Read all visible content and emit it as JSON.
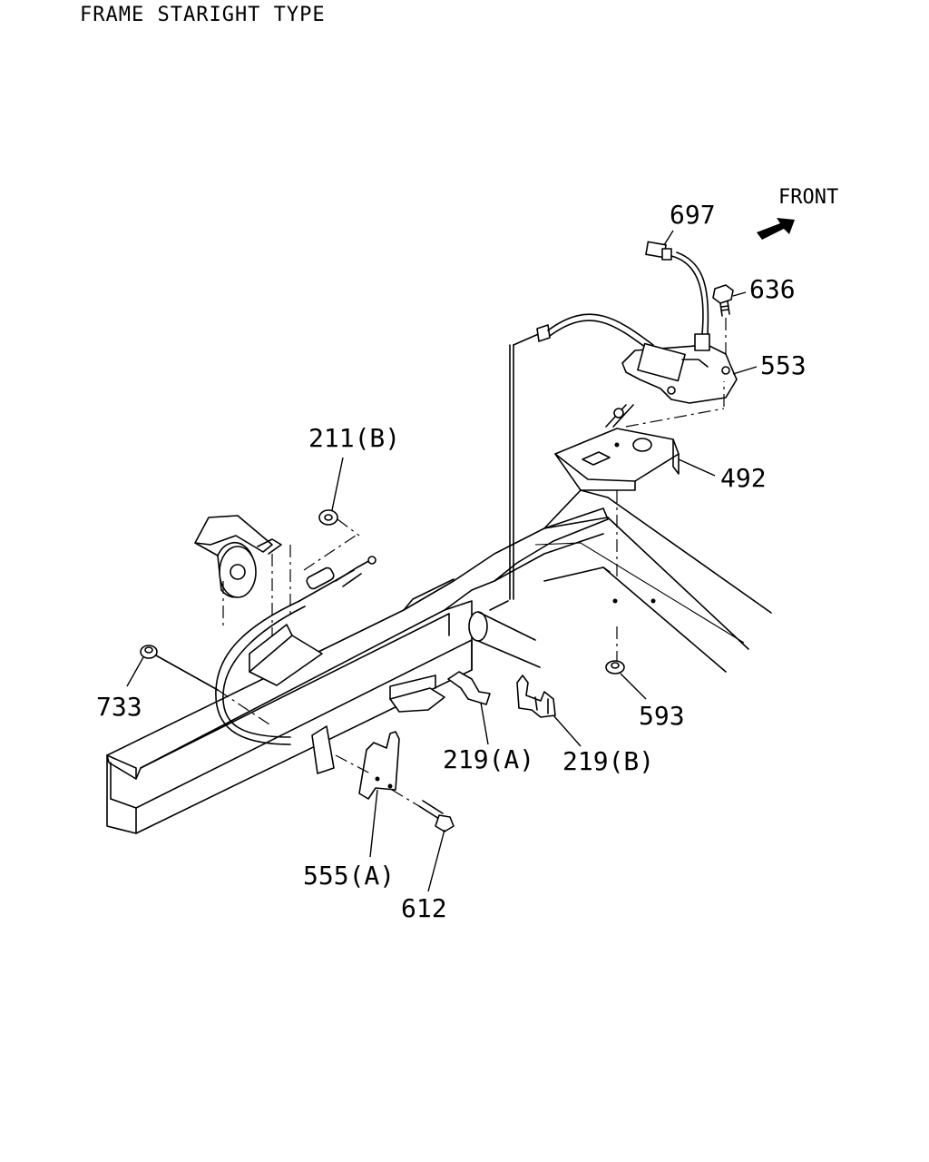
{
  "header": {
    "title": "FRAME STARIGHT TYPE"
  },
  "front_indicator": {
    "label": "FRONT"
  },
  "callouts": [
    {
      "id": "697",
      "text": "697"
    },
    {
      "id": "636",
      "text": "636"
    },
    {
      "id": "553",
      "text": "553"
    },
    {
      "id": "492",
      "text": "492"
    },
    {
      "id": "211b",
      "text": "211(B)"
    },
    {
      "id": "733",
      "text": "733"
    },
    {
      "id": "593",
      "text": "593"
    },
    {
      "id": "219a",
      "text": "219(A)"
    },
    {
      "id": "219b",
      "text": "219(B)"
    },
    {
      "id": "555a",
      "text": "555(A)"
    },
    {
      "id": "612",
      "text": "612"
    }
  ]
}
